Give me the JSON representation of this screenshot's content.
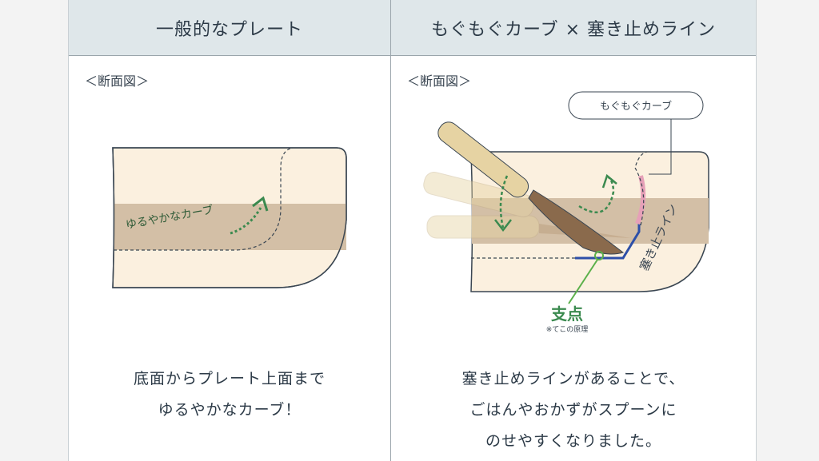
{
  "columns": [
    {
      "header": "一般的なプレート",
      "section_label": "＜断面図＞",
      "diagram_label": "ゆるやかなカーブ",
      "caption": [
        "底面からプレート上面まで",
        "ゆるやかなカーブ！"
      ]
    },
    {
      "header": "もぐもぐカーブ × 塞き止めライン",
      "section_label": "＜断面図＞",
      "callout": "もぐもぐカーブ",
      "side_label": "塞き止ライン",
      "fulcrum_label": "支点",
      "fulcrum_note": "※てこの原理",
      "caption": [
        "塞き止めラインがあることで、",
        "ごはんやおかずがスプーンに",
        "のせやすくなりました。"
      ]
    }
  ],
  "colors": {
    "header_bg": "#dfe7ea",
    "plate": "#fbf0df",
    "band": "#d3bfa6",
    "green": "#3b8a4f",
    "blue": "#2d4fa8",
    "pink": "#e6a0b8"
  }
}
